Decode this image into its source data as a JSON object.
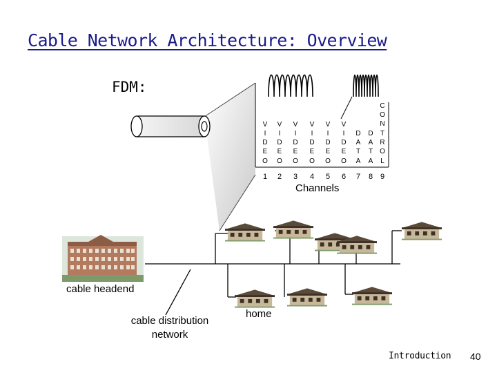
{
  "title": "Cable Network Architecture: Overview",
  "fdm_label": "FDM:",
  "channels": [
    {
      "number": "1",
      "label": [
        "V",
        "I",
        "D",
        "E",
        "O"
      ]
    },
    {
      "number": "2",
      "label": [
        "V",
        "I",
        "D",
        "E",
        "O"
      ]
    },
    {
      "number": "3",
      "label": [
        "V",
        "I",
        "D",
        "E",
        "O"
      ]
    },
    {
      "number": "4",
      "label": [
        "V",
        "I",
        "D",
        "E",
        "O"
      ]
    },
    {
      "number": "5",
      "label": [
        "V",
        "I",
        "D",
        "E",
        "O"
      ]
    },
    {
      "number": "6",
      "label": [
        "V",
        "I",
        "D",
        "E",
        "O"
      ]
    },
    {
      "number": "7",
      "label": [
        "D",
        "A",
        "T",
        "A"
      ]
    },
    {
      "number": "8",
      "label": [
        "D",
        "A",
        "T",
        "A"
      ]
    },
    {
      "number": "9",
      "label": [
        "C",
        "O",
        "N",
        "T",
        "R",
        "O",
        "L"
      ]
    }
  ],
  "channels_label": "Channels",
  "headend_label": "cable headend",
  "distribution_label": "cable distribution network",
  "home_label": "home",
  "footer": "Introduction",
  "page_number": "40",
  "colors": {
    "title": "#1a1a8c",
    "house_roof": "#5a4a3a",
    "house_wall": "#c8b89a",
    "building": "#b8866a"
  }
}
